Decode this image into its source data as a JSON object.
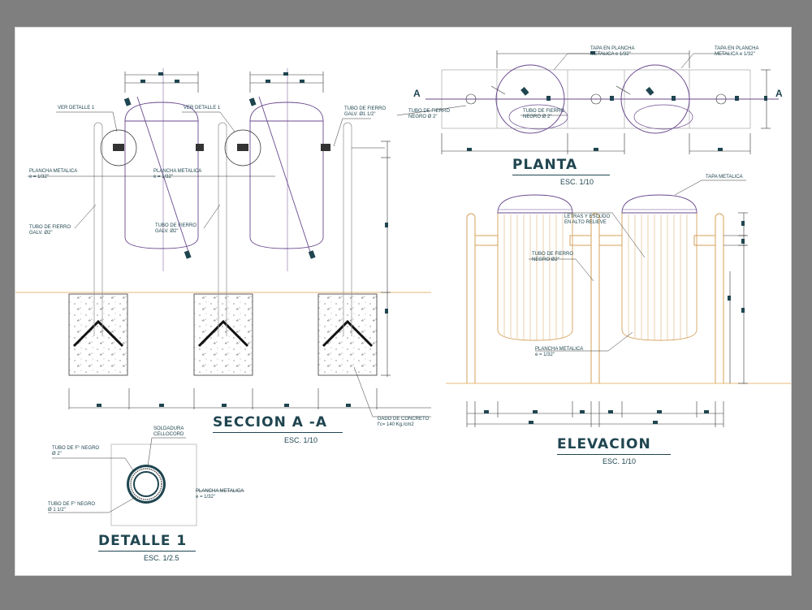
{
  "titles": {
    "seccion": "SECCION A -A",
    "seccion_scale": "ESC. 1/10",
    "planta": "PLANTA",
    "planta_scale": "ESC. 1/10",
    "elevacion": "ELEVACION",
    "elevacion_scale": "ESC. 1/10",
    "detalle": "DETALLE 1",
    "detalle_scale": "ESC. 1/2.5"
  },
  "axis_marks": {
    "left": "A",
    "right": "A"
  },
  "labels": {
    "ver_detalle_1a": "VER DETALLE 1",
    "ver_detalle_1b": "VER DETALLE 1",
    "tubo_fierro_galv_112": "TUBO DE FIERRO\nGALV. Ø1 1/2\"",
    "plancha_metalica_a": "PLANCHA METALICA\ne = 1/32\"",
    "plancha_metalica_b": "PLANCHA METALICA\ne = 1/32\"",
    "tubo_fierro_galv_2a": "TUBO DE FIERRO\nGALV. Ø2\"",
    "tubo_fierro_galv_2b": "TUBO DE FIERRO\nGALV. Ø2\"",
    "dado_concreto": "DADO DE CONCRETO\nf'c= 140 Kg./cm2",
    "tapa_plancha_a": "TAPA EN PLANCHA\nMETALICA e 1/32\"",
    "tapa_plancha_b": "TAPA EN PLANCHA\nMETALICA e 1/32\"",
    "tubo_fierro_negro_2a": "TUBO DE FIERRO\nNEGRO Ø 2\"",
    "tubo_fierro_negro_2b": "TUBO DE FIERRO\nNEGRO Ø 2\"",
    "tapa_metalica": "TAPA METALICA",
    "letras_relieve": "LETRAS Y ESCUDO\nEN ALTO RELIEVE",
    "tubo_fierro_negro_elev": "TUBO DE FIERRO\nNEGRO Ø2\"",
    "plancha_metalica_elev": "PLANCHA METALICA\ne = 1/32\"",
    "soldadura": "SOLDADURA\nCELLOCORD",
    "tubo_negro_2": "TUBO DE F° NEGRO\nØ 2\"",
    "tubo_negro_112": "TUBO DE F° NEGRO\nØ 1 1/2\"",
    "plancha_metalica_det": "PLANCHA METALICA\ne = 1/32\""
  },
  "colors": {
    "background": "#7f7f7f",
    "sheet": "#ffffff",
    "ink": "#1f4550",
    "purple": "#6a4a8e",
    "orange": "#d4a15a",
    "ground": "#e8b878",
    "grey": "#9a9a9a"
  }
}
